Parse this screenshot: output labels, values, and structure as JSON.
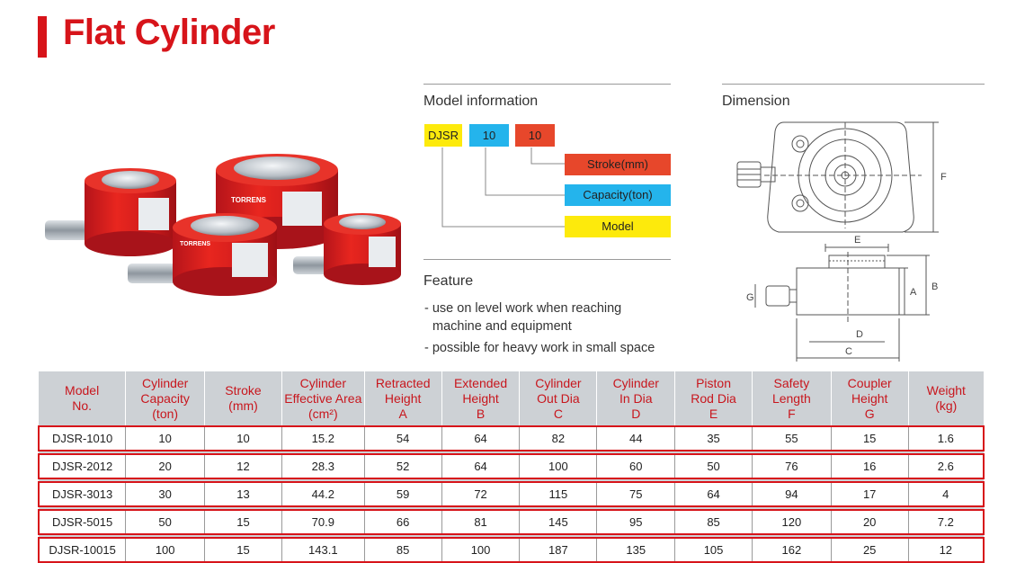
{
  "page": {
    "title": "Flat Cylinder"
  },
  "product_image": {
    "brand_mark": "TORRENS"
  },
  "model_info": {
    "heading": "Model information",
    "codes": [
      "DJSR",
      "10",
      "10"
    ],
    "labels": [
      "Stroke(mm)",
      "Capacity(ton)",
      "Model"
    ],
    "colors": {
      "model": "#fdea0c",
      "capacity": "#24b4ec",
      "stroke": "#e7472b"
    }
  },
  "feature": {
    "heading": "Feature",
    "items": [
      "- use on level work when reaching",
      "machine and equipment",
      "- possible for heavy work in small space"
    ]
  },
  "dimension": {
    "heading": "Dimension",
    "letters": [
      "F",
      "E",
      "A",
      "B",
      "G",
      "D",
      "C"
    ]
  },
  "table": {
    "headers": [
      [
        "Model",
        "No."
      ],
      [
        "Cylinder",
        "Capacity",
        "(ton)"
      ],
      [
        "Stroke",
        "(mm)"
      ],
      [
        "Cylinder",
        "Effective Area",
        "(cm²)"
      ],
      [
        "Retracted",
        "Height",
        "A"
      ],
      [
        "Extended",
        "Height",
        "B"
      ],
      [
        "Cylinder",
        "Out Dia",
        "C"
      ],
      [
        "Cylinder",
        "In Dia",
        "D"
      ],
      [
        "Piston",
        "Rod Dia",
        "E"
      ],
      [
        "Safety",
        "Length",
        "F"
      ],
      [
        "Coupler",
        "Height",
        "G"
      ],
      [
        "Weight",
        "(kg)"
      ]
    ],
    "rows": [
      [
        "DJSR-1010",
        "10",
        "10",
        "15.2",
        "54",
        "64",
        "82",
        "44",
        "35",
        "55",
        "15",
        "1.6"
      ],
      [
        "DJSR-2012",
        "20",
        "12",
        "28.3",
        "52",
        "64",
        "100",
        "60",
        "50",
        "76",
        "16",
        "2.6"
      ],
      [
        "DJSR-3013",
        "30",
        "13",
        "44.2",
        "59",
        "72",
        "115",
        "75",
        "64",
        "94",
        "17",
        "4"
      ],
      [
        "DJSR-5015",
        "50",
        "15",
        "70.9",
        "66",
        "81",
        "145",
        "95",
        "85",
        "120",
        "20",
        "7.2"
      ],
      [
        "DJSR-10015",
        "100",
        "15",
        "143.1",
        "85",
        "100",
        "187",
        "135",
        "105",
        "162",
        "25",
        "12"
      ]
    ]
  }
}
